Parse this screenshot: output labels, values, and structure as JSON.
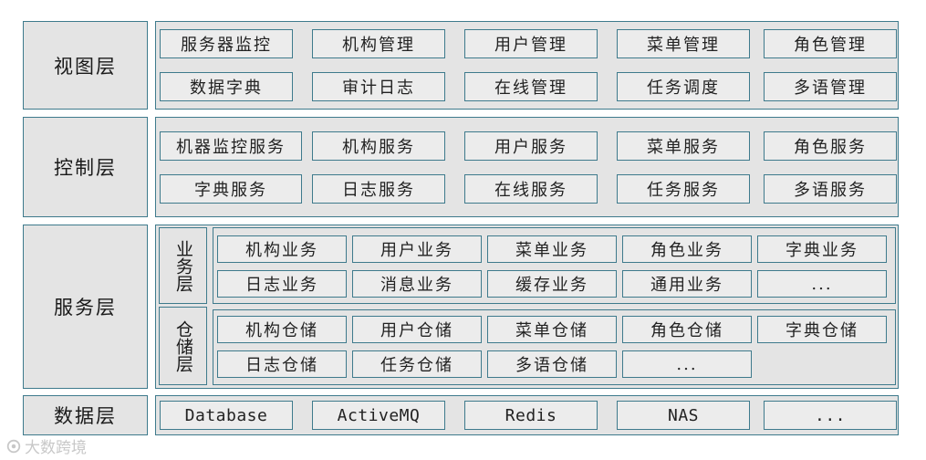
{
  "layers": [
    {
      "name": "视图层",
      "items": [
        "服务器监控",
        "机构管理",
        "用户管理",
        "菜单管理",
        "角色管理",
        "数据字典",
        "审计日志",
        "在线管理",
        "任务调度",
        "多语管理"
      ]
    },
    {
      "name": "控制层",
      "items": [
        "机器监控服务",
        "机构服务",
        "用户服务",
        "菜单服务",
        "角色服务",
        "字典服务",
        "日志服务",
        "在线服务",
        "任务服务",
        "多语服务"
      ]
    },
    {
      "name": "服务层",
      "business": {
        "label": "业务层",
        "items": [
          "机构业务",
          "用户业务",
          "菜单业务",
          "角色业务",
          "字典业务",
          "日志业务",
          "消息业务",
          "缓存业务",
          "通用业务",
          "..."
        ]
      },
      "repository": {
        "label": "仓储层",
        "items": [
          "机构仓储",
          "用户仓储",
          "菜单仓储",
          "角色仓储",
          "字典仓储",
          "日志仓储",
          "任务仓储",
          "多语仓储",
          "..."
        ]
      }
    },
    {
      "name": "数据层",
      "items": [
        "Database",
        "ActiveMQ",
        "Redis",
        "NAS",
        "..."
      ]
    }
  ],
  "watermark": "大数跨境",
  "colors": {
    "border": "#3e7a8c",
    "fill": "#e4e4e4",
    "box_fill": "#ececec"
  }
}
